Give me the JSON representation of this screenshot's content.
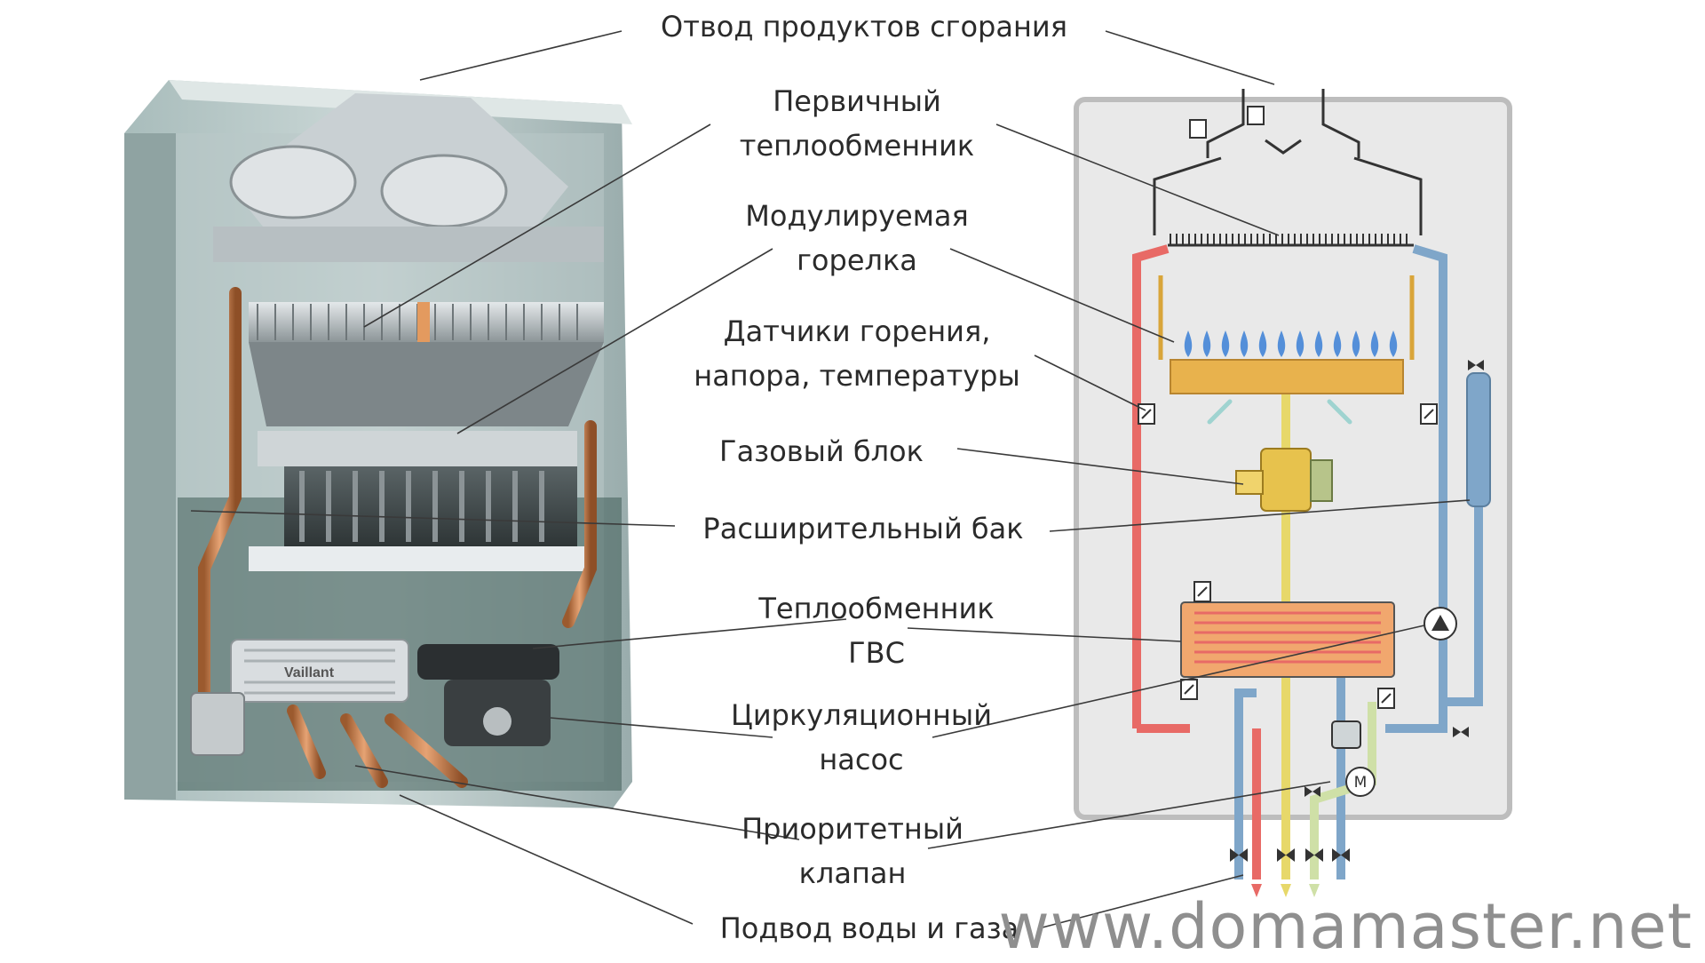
{
  "labels": {
    "exhaust": "Отвод продуктов сгорания",
    "primary_hx": [
      "Первичный",
      "теплообменник"
    ],
    "burner": [
      "Модулируемая",
      "горелка"
    ],
    "sensors": [
      "Датчики горения,",
      "напора, температуры"
    ],
    "gas_valve": "Газовый блок",
    "expansion_tank": "Расширительный бак",
    "dhw_hx": [
      "Теплообменник",
      "ГВС"
    ],
    "pump": [
      "Циркуляционный",
      "насос"
    ],
    "priority_valve": [
      "Приоритетный",
      "клапан"
    ],
    "inlet": "Подвод воды и газа"
  },
  "brand_logo": "Vaillant",
  "pump_motor_symbol": "M",
  "watermark": "www.domamaster.net",
  "colors": {
    "hot_pipe": "#e86a66",
    "return_pipe": "#7fa6c9",
    "gas_pipe": "#e7d86a",
    "cold_pipe": "#cfe0a7",
    "burner_body": "#e8b24d",
    "flame": "#3a7fd6",
    "text": "#2b2b2b",
    "leader_line": "#3a3a3a"
  }
}
